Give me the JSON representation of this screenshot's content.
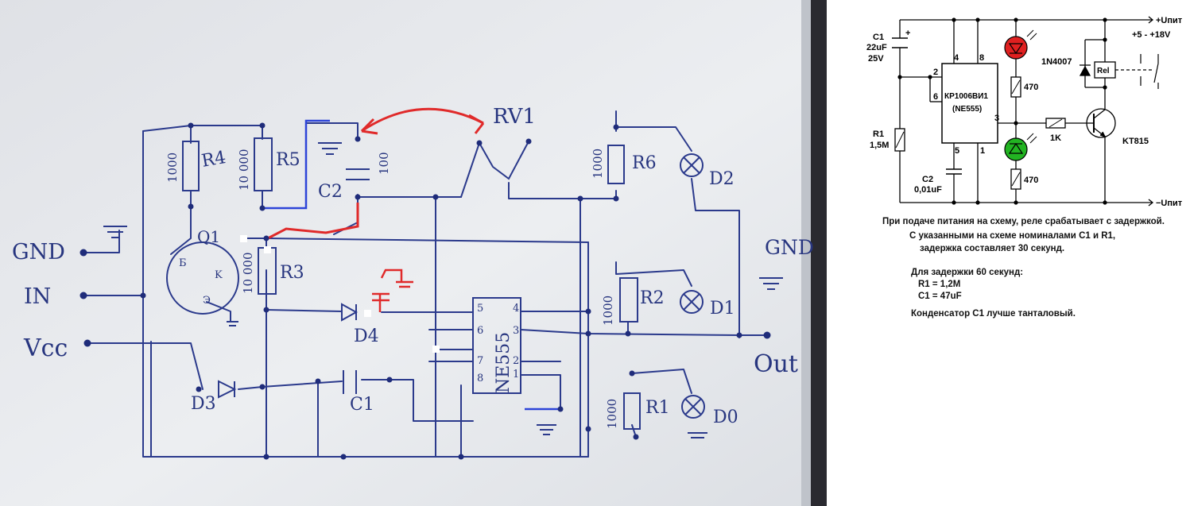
{
  "sketch": {
    "labels": {
      "gnd_left": "GND",
      "in": "IN",
      "vcc": "Vcc",
      "gnd_right": "GND",
      "out": "Out",
      "rv1": "RV1",
      "r4": "R4",
      "r4_val": "1000",
      "r5": "R5",
      "r5_val": "10 000",
      "c2": "C2",
      "c2_val": "100",
      "r6": "R6",
      "r6_val": "1000",
      "d2": "D2",
      "q1": "Q1",
      "q1_b": "Б",
      "q1_k": "K",
      "q1_e": "Э",
      "r3": "R3",
      "r3_val": "10 000",
      "d4": "D4",
      "ne555": "NE555",
      "pin4": "4",
      "pin3": "3",
      "pin2": "2",
      "pin1": "1",
      "pin5": "5",
      "pin6": "6",
      "pin7": "7",
      "pin8": "8",
      "r2": "R2",
      "r2_val": "1000",
      "d1": "D1",
      "d3": "D3",
      "c1": "C1",
      "r1": "R1",
      "r1_val": "1000",
      "d0": "D0"
    }
  },
  "schematic": {
    "supply_plus": "+Uпит",
    "supply_range": "+5 - +18V",
    "supply_minus": "−Uпит",
    "c1_name": "C1",
    "c1_value": "22uF",
    "c1_voltage": "25V",
    "c1_polarity": "+",
    "r1_name": "R1",
    "r1_value": "1,5M",
    "c2_name": "C2",
    "c2_value": "0,01uF",
    "ic_name": "КР1006ВИ1",
    "ic_alt": "(NE555)",
    "pin4": "4",
    "pin8": "8",
    "pin2": "2",
    "pin6": "6",
    "pin3": "3",
    "pin5": "5",
    "pin1": "1",
    "led_res_top": "470",
    "led_res_bottom": "470",
    "base_res": "1K",
    "diode": "1N4007",
    "relay": "Rel",
    "transistor": "KT815",
    "colors": {
      "red_led": "#e02020",
      "green_led": "#22b422"
    }
  },
  "notes": {
    "line1": "При подаче питания на схему, реле срабатывает с задержкой.",
    "line2": "С указанными на схеме номиналами С1 и R1,",
    "line3": "задержка составляет 30 секунд.",
    "line4": "Для задержки 60 секунд:",
    "line5": "R1 = 1,2M",
    "line6": "C1 = 47uF",
    "line7": "Конденсатор С1 лучше танталовый."
  }
}
